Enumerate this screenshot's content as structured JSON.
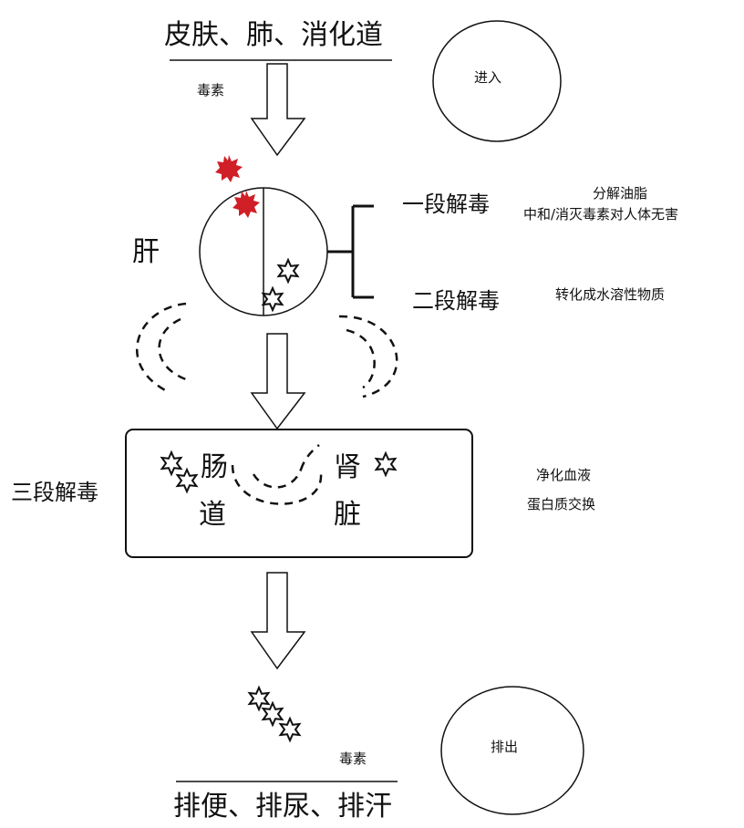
{
  "entry": {
    "title": "皮肤、肺、消化道",
    "toxin_label": "毒素",
    "circle_label": "进入"
  },
  "liver": {
    "label": "肝",
    "phase1": {
      "name": "一段解毒",
      "notes": [
        "分解油脂",
        "中和/消灭毒素对人体无害"
      ]
    },
    "phase2": {
      "name": "二段解毒",
      "note": "转化成水溶性物质"
    }
  },
  "phase3": {
    "name": "三段解毒",
    "intestine": [
      "肠",
      "道"
    ],
    "kidney": [
      "肾",
      "脏"
    ],
    "notes": [
      "净化血液",
      "蛋白质交换"
    ]
  },
  "exit": {
    "toxin_label": "毒素",
    "circle_label": "排出",
    "title": "排便、排尿、排汗"
  },
  "colors": {
    "line": "#111111",
    "toxin_red": "#d01f26",
    "background": "#ffffff"
  }
}
